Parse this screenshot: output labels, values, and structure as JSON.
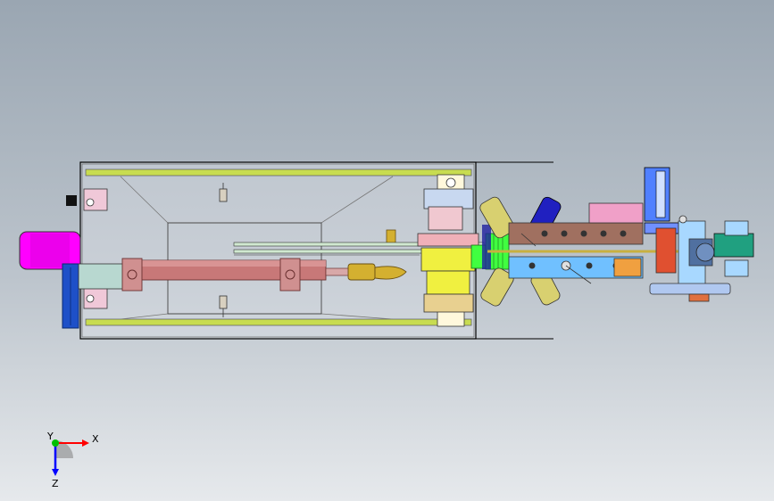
{
  "viewport": {
    "title": "",
    "background_top": "#9aa6b2",
    "background_bottom": "#e6e9ec"
  },
  "model": {
    "motor_color": "#ff00ff",
    "base_color": "#1e50c8",
    "cylinder_color": "#c87878",
    "rail_color": "#c8dc50",
    "gear_color": "#40ff40",
    "brass_color": "#d4b030"
  },
  "triad": {
    "x_label": "X",
    "y_label": "Y",
    "z_label": "Z",
    "x_color": "#ff0000",
    "y_color": "#00c000",
    "z_color": "#0000ff"
  }
}
